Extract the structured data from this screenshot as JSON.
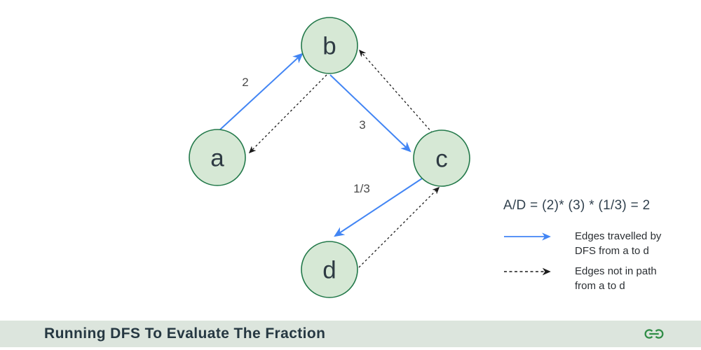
{
  "diagram": {
    "nodes": [
      {
        "id": "a",
        "label": "a"
      },
      {
        "id": "b",
        "label": "b"
      },
      {
        "id": "c",
        "label": "c"
      },
      {
        "id": "d",
        "label": "d"
      }
    ],
    "edges": [
      {
        "from": "a",
        "to": "b",
        "label": "2",
        "type": "dfs-path"
      },
      {
        "from": "b",
        "to": "c",
        "label": "3",
        "type": "dfs-path"
      },
      {
        "from": "c",
        "to": "d",
        "label": "1/3",
        "type": "dfs-path"
      },
      {
        "from": "b",
        "to": "a",
        "label": "",
        "type": "not-in-path"
      },
      {
        "from": "c",
        "to": "b",
        "label": "",
        "type": "not-in-path"
      },
      {
        "from": "d",
        "to": "c",
        "label": "",
        "type": "not-in-path"
      }
    ]
  },
  "annotation": {
    "formula": "A/D = (2)* (3) * (1/3) = 2"
  },
  "legend": {
    "items": [
      {
        "marker": "solid-blue-arrow",
        "line1": "Edges travelled by",
        "line2": "DFS from a to d"
      },
      {
        "marker": "dashed-black-arrow",
        "line1": "Edges not in path",
        "line2": "from a to d"
      }
    ]
  },
  "footer": {
    "title": "Running DFS To Evaluate The Fraction",
    "logo": "geeksforgeeks-logo"
  },
  "colors": {
    "dfs_edge_blue": "#4285f4",
    "back_edge_black": "#1c1c1c",
    "node_fill": "#d6e8d5",
    "node_stroke": "#23794a",
    "footer_bg": "#dce5dd",
    "logo_green": "#2f8d46",
    "text_dark": "#2e3a43"
  }
}
